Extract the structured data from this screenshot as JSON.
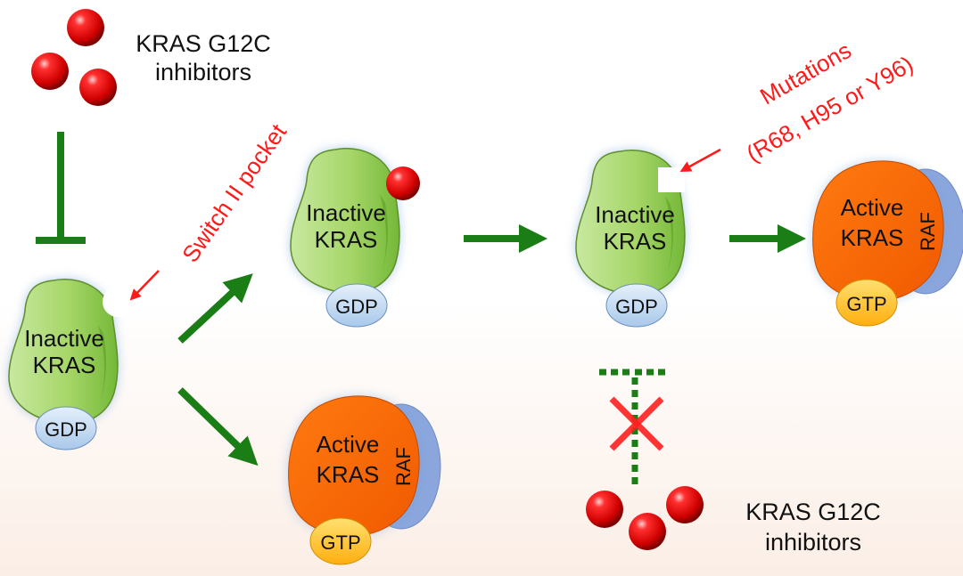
{
  "inhibitors": {
    "line1": "KRAS G12C",
    "line2": "inhibitors"
  },
  "pocket_label": "Switch II pocket",
  "mutations": {
    "line1": "Mutations",
    "line2": "(R68, H95 or Y96)"
  },
  "kras": {
    "inactive": {
      "line1": "Inactive",
      "line2": "KRAS"
    },
    "active": {
      "line1": "Active",
      "line2": "KRAS"
    }
  },
  "nucleotide": {
    "gdp": "GDP",
    "gtp": "GTP"
  },
  "effector": "RAF",
  "colors": {
    "inhibitor": "#e00000",
    "inactive_kras": "#a8d86a",
    "active_kras": "#ff6a00",
    "raf": "#8aa6dd",
    "gdp": "#c8def4",
    "gtp": "#ffc640",
    "arrow": "#1b7d16",
    "annotation": "#ff1a1a"
  }
}
